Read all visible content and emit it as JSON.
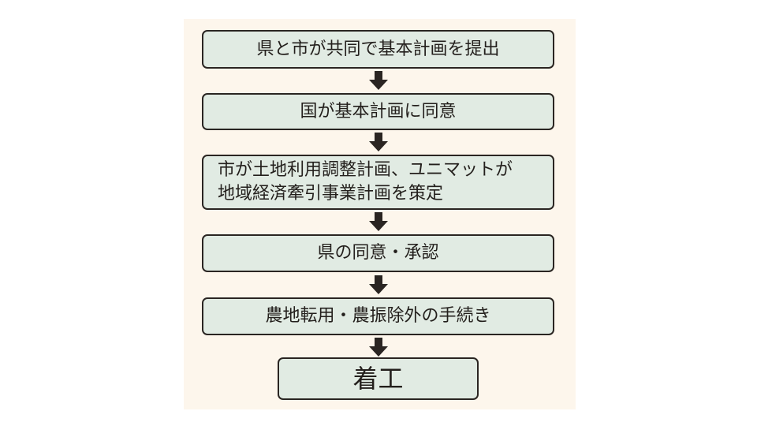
{
  "steps": [
    {
      "label": "県と市が共同で基本計画を提出"
    },
    {
      "label": "国が基本計画に同意"
    },
    {
      "label_line1": "市が土地利用調整計画、ユニマットが",
      "label_line2": "地域経済牽引事業計画を策定"
    },
    {
      "label": "県の同意・承認"
    },
    {
      "label": "農地転用・農振除外の手続き"
    },
    {
      "label": "着工"
    }
  ],
  "colors": {
    "background": "#fdf6ec",
    "box_fill": "#e1ebe3",
    "border": "#2a2522"
  }
}
